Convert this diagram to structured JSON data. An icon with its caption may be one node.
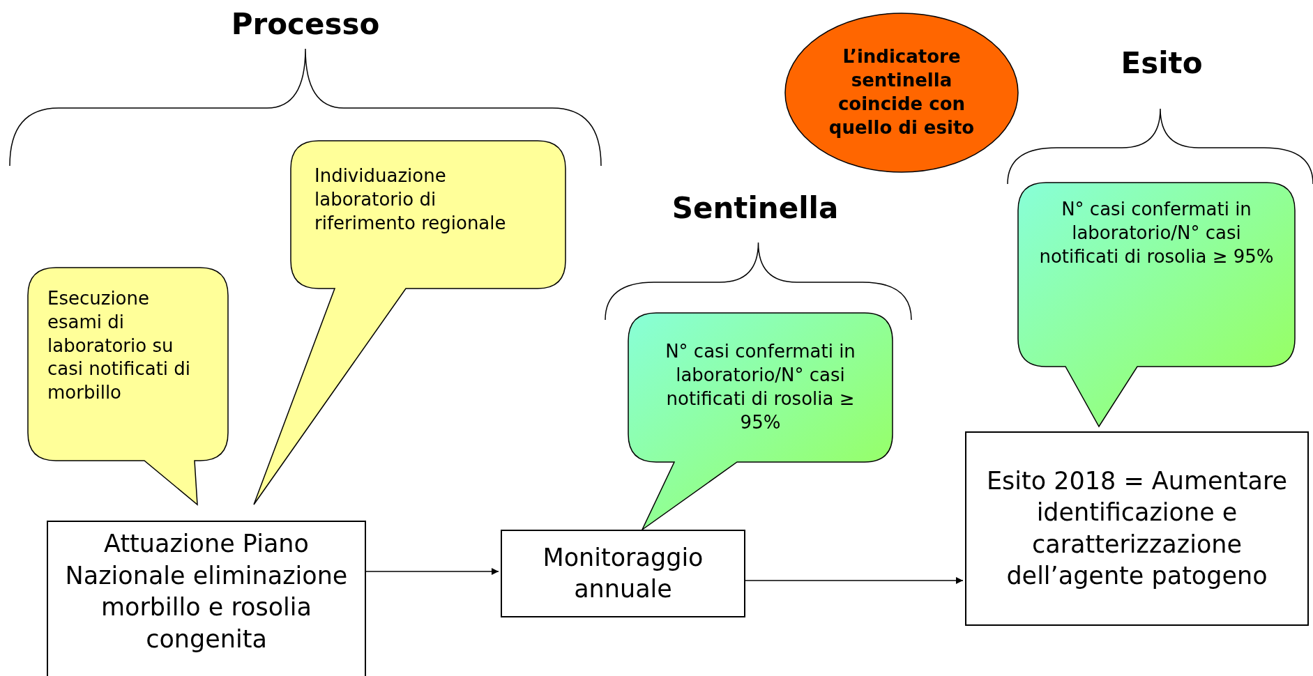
{
  "diagram": {
    "nodes": [
      {
        "text": [
          "L’indicatore sentinella coincide con quello di esito"
        ]
      },
      {
        "text": [
          "Individuazione laboratorio di riferimento regionale"
        ]
      },
      {
        "text": [
          "Esecuzione esami di laboratorio su casi notificati di morbillo"
        ]
      },
      {
        "text": [
          "N° casi confermati in laboratorio/N° casi notificati di rosolia ≥ 95%"
        ]
      },
      {
        "text": [
          "N° casi confermati in laboratorio/N° casi notificati di rosolia ≥ 95%"
        ]
      },
      {
        "text": [
          "Attuazione Piano Nazionale eliminazione morbillo e rosolia congenita"
        ]
      },
      {
        "text": [
          "Monitoraggio annuale"
        ]
      },
      {
        "text": [
          "Esito 2018 = Aumentare identificazione e caratterizzazione dell’agente patogeno"
        ]
      }
    ],
    "edges": [
      {
        "from": 5,
        "to": 6,
        "arrow": "to"
      },
      {
        "from": 6,
        "to": 7,
        "arrow": "to"
      }
    ],
    "labels": [
      "Processo",
      "Esito",
      "Sentinella"
    ]
  }
}
